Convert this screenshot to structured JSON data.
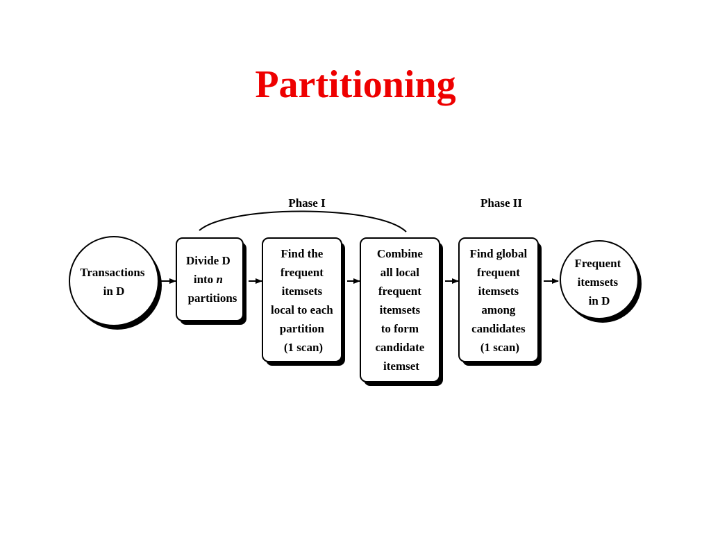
{
  "title": "Partitioning",
  "diagram": {
    "phases": {
      "phase1": "Phase I",
      "phase2": "Phase II"
    },
    "nodes": {
      "transactions": [
        "Transactions",
        "in D"
      ],
      "divide": [
        "Divide D",
        "into n",
        "partitions"
      ],
      "find_local": [
        "Find the",
        "frequent",
        "itemsets",
        "local to each",
        "partition",
        "(1 scan)"
      ],
      "combine": [
        "Combine",
        "all local",
        "frequent",
        "itemsets",
        "to form",
        "candidate",
        "itemset"
      ],
      "find_global": [
        "Find global",
        "frequent",
        "itemsets",
        "among",
        "candidates",
        "(1 scan)"
      ],
      "frequent": [
        "Frequent",
        "itemsets",
        "in D"
      ]
    }
  }
}
